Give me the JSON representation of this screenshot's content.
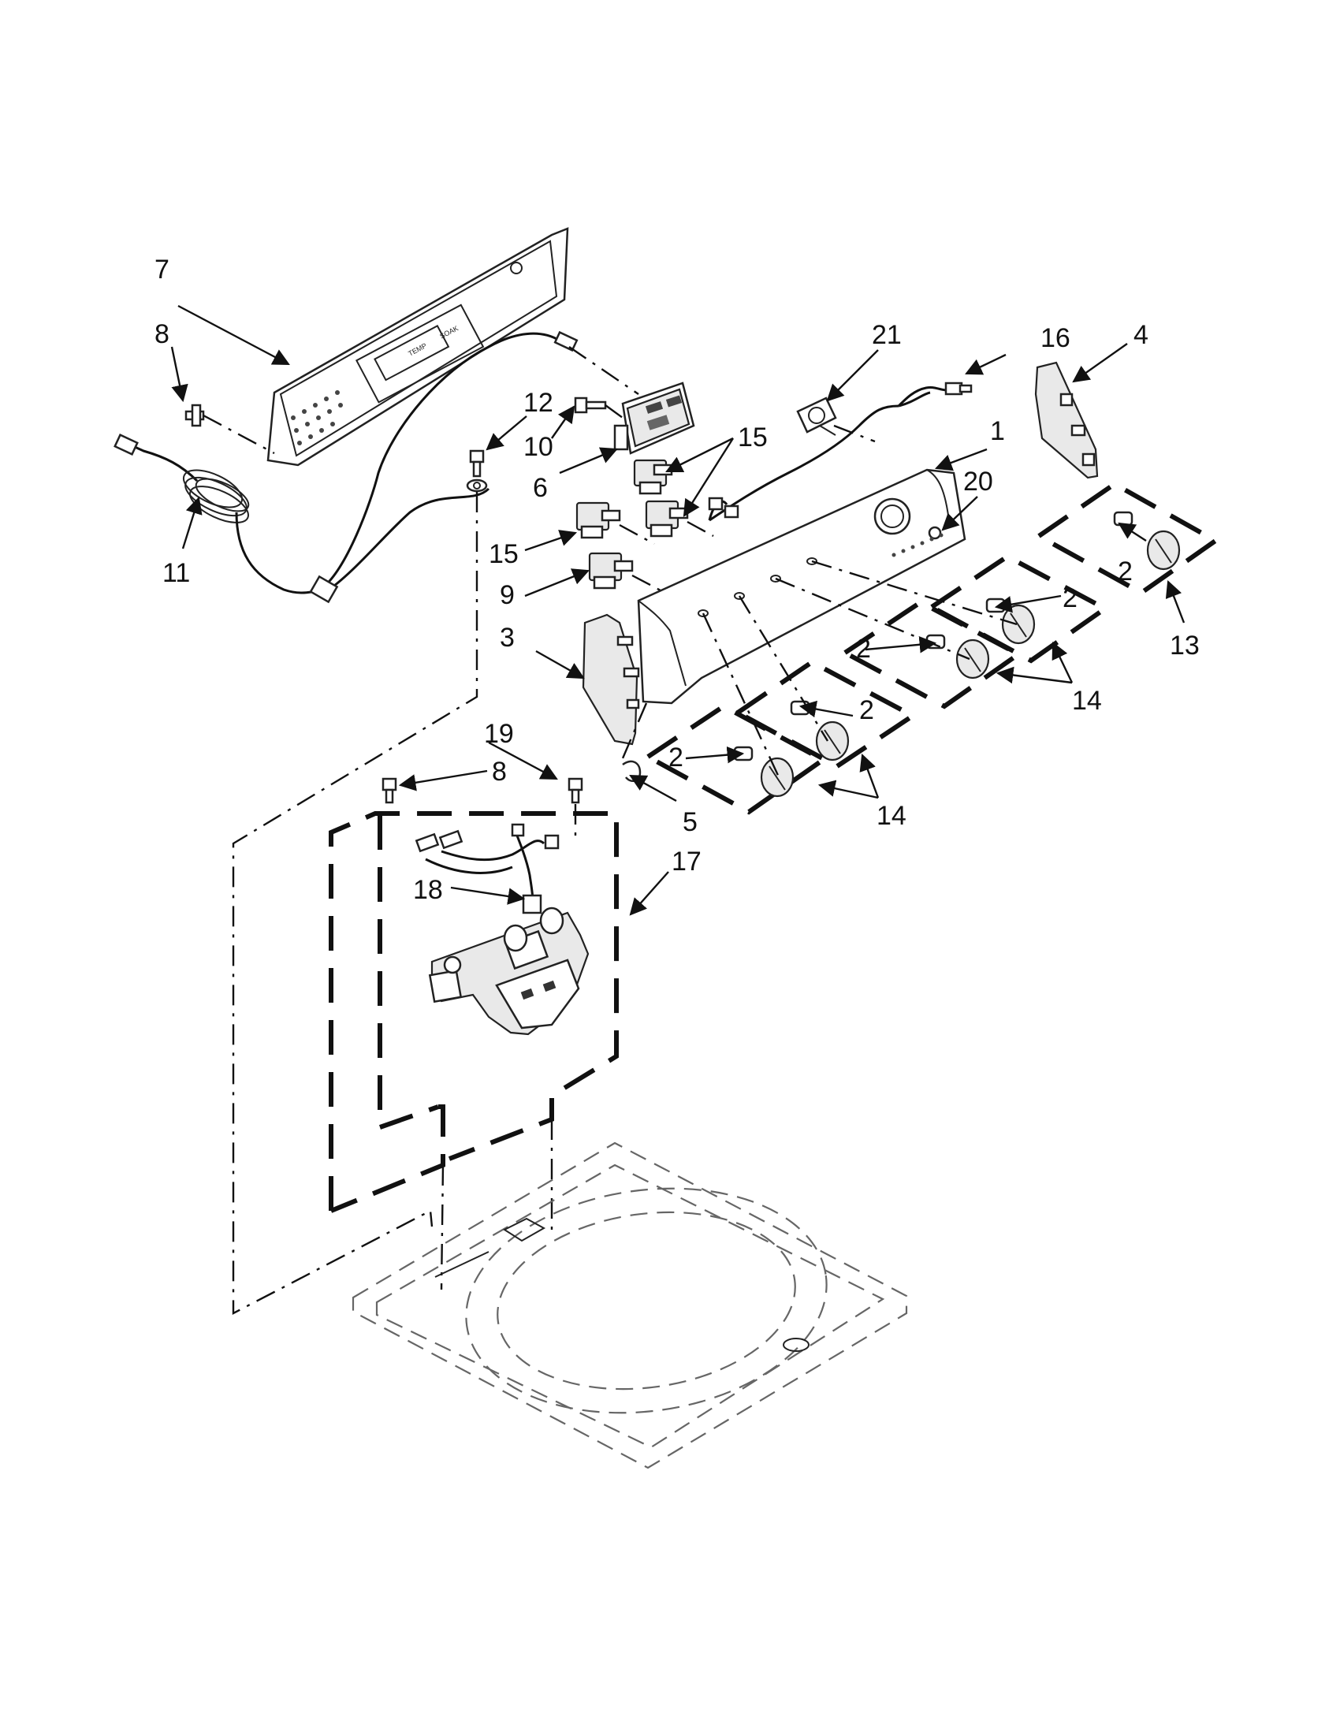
{
  "callouts": [
    {
      "id": "c1",
      "text": "1"
    },
    {
      "id": "c2a",
      "text": "2"
    },
    {
      "id": "c2b",
      "text": "2"
    },
    {
      "id": "c2c",
      "text": "2"
    },
    {
      "id": "c2d",
      "text": "2"
    },
    {
      "id": "c2e",
      "text": "2"
    },
    {
      "id": "c3",
      "text": "3"
    },
    {
      "id": "c4",
      "text": "4"
    },
    {
      "id": "c5",
      "text": "5"
    },
    {
      "id": "c6",
      "text": "6"
    },
    {
      "id": "c7",
      "text": "7"
    },
    {
      "id": "c8a",
      "text": "8"
    },
    {
      "id": "c8b",
      "text": "8"
    },
    {
      "id": "c9",
      "text": "9"
    },
    {
      "id": "c10",
      "text": "10"
    },
    {
      "id": "c11",
      "text": "11"
    },
    {
      "id": "c12",
      "text": "12"
    },
    {
      "id": "c13",
      "text": "13"
    },
    {
      "id": "c14a",
      "text": "14"
    },
    {
      "id": "c14b",
      "text": "14"
    },
    {
      "id": "c15a",
      "text": "15"
    },
    {
      "id": "c15b",
      "text": "15"
    },
    {
      "id": "c16",
      "text": "16"
    },
    {
      "id": "c17",
      "text": "17"
    },
    {
      "id": "c18",
      "text": "18"
    },
    {
      "id": "c19",
      "text": "19"
    },
    {
      "id": "c20",
      "text": "20"
    },
    {
      "id": "c21",
      "text": "21"
    }
  ],
  "panel_markings": [
    "TEMP",
    "SOAK"
  ]
}
